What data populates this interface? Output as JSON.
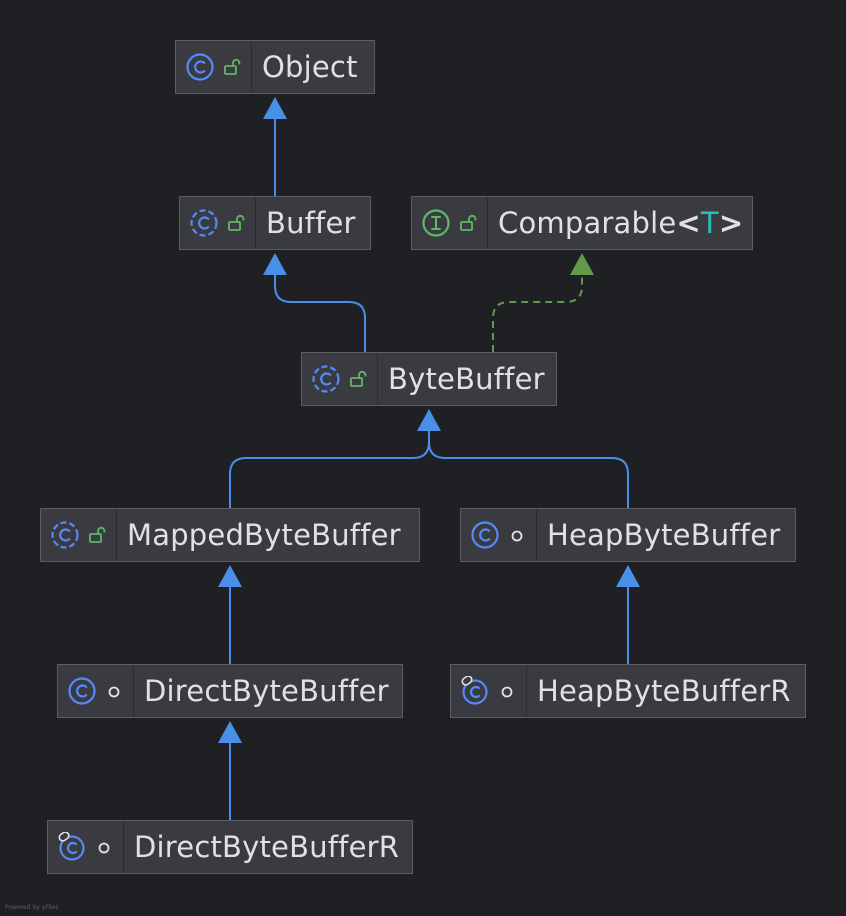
{
  "diagram": {
    "nodes": [
      {
        "id": "object",
        "kind": "class",
        "visibility": "public",
        "label": "Object"
      },
      {
        "id": "buffer",
        "kind": "abstract-class",
        "visibility": "public",
        "label": "Buffer"
      },
      {
        "id": "comparable",
        "kind": "interface",
        "visibility": "public",
        "label": "Comparable",
        "generic": {
          "open": "<",
          "param": "T",
          "close": ">"
        }
      },
      {
        "id": "bytebuffer",
        "kind": "abstract-class",
        "visibility": "public",
        "label": "ByteBuffer"
      },
      {
        "id": "mappedbytebuffer",
        "kind": "abstract-class",
        "visibility": "public",
        "label": "MappedByteBuffer"
      },
      {
        "id": "heapbytebuffer",
        "kind": "class",
        "visibility": "package-private",
        "label": "HeapByteBuffer"
      },
      {
        "id": "directbytebuffer",
        "kind": "class",
        "visibility": "package-private",
        "label": "DirectByteBuffer"
      },
      {
        "id": "heapbytebufferr",
        "kind": "final-class",
        "visibility": "package-private",
        "label": "HeapByteBufferR"
      },
      {
        "id": "directbytebufferr",
        "kind": "final-class",
        "visibility": "package-private",
        "label": "DirectByteBufferR"
      }
    ],
    "edges": [
      {
        "from": "buffer",
        "to": "object",
        "type": "extends"
      },
      {
        "from": "bytebuffer",
        "to": "buffer",
        "type": "extends"
      },
      {
        "from": "bytebuffer",
        "to": "comparable",
        "type": "implements"
      },
      {
        "from": "mappedbytebuffer",
        "to": "bytebuffer",
        "type": "extends"
      },
      {
        "from": "heapbytebuffer",
        "to": "bytebuffer",
        "type": "extends"
      },
      {
        "from": "directbytebuffer",
        "to": "mappedbytebuffer",
        "type": "extends"
      },
      {
        "from": "heapbytebufferr",
        "to": "heapbytebuffer",
        "type": "extends"
      },
      {
        "from": "directbytebufferr",
        "to": "directbytebuffer",
        "type": "extends"
      }
    ],
    "credit": "Powered by yFiles"
  },
  "colors": {
    "background": "#1f2023",
    "node_fill": "#393b40",
    "node_border": "#5a5d63",
    "extends_edge": "#4a8fe7",
    "implements_edge": "#5f9b4b",
    "class_icon": "#548af7",
    "interface_icon": "#5fb865",
    "visibility_public": "#5fb865",
    "visibility_package": "#dfe1e5",
    "generic_param": "#2fbcbc"
  }
}
